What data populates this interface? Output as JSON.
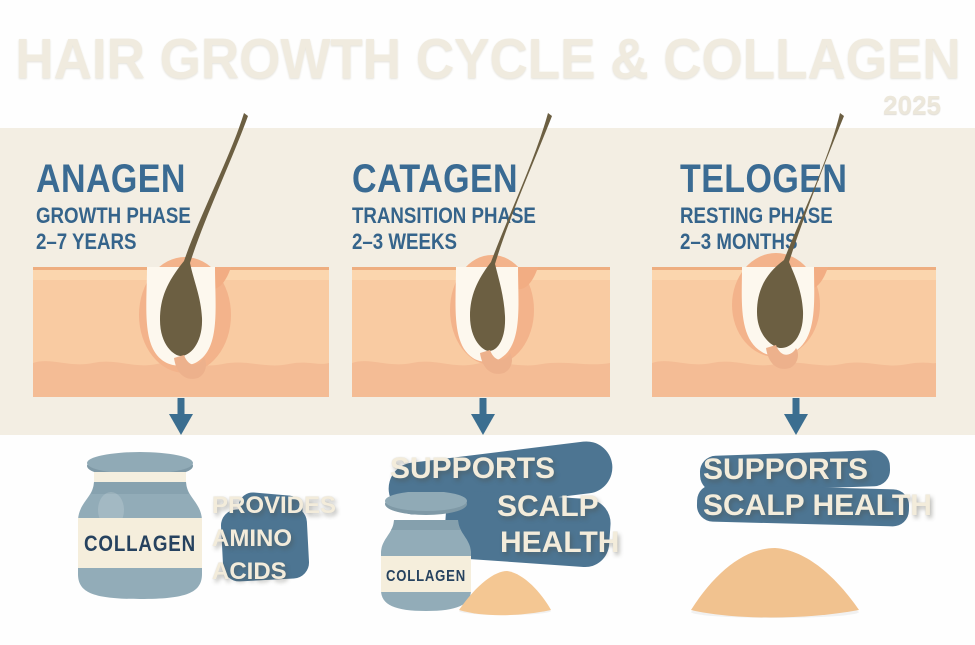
{
  "title": "HAIR GROWTH CYCLE & COLLAGEN",
  "year": "2025",
  "phases": [
    {
      "name": "ANAGEN",
      "subtitle": "GROWTH PHASE",
      "duration": "2–7 YEARS"
    },
    {
      "name": "CATAGEN",
      "subtitle": "TRANSITION PHASE",
      "duration": "2–3 WEEKS"
    },
    {
      "name": "TELOGEN",
      "subtitle": "RESTING PHASE",
      "duration": "2–3 MONTHS"
    }
  ],
  "benefits": [
    {
      "lines": [
        "PROVIDES",
        "AMINO",
        "ACIDS"
      ]
    },
    {
      "lines": [
        "SUPPORTS",
        "SCALP",
        "HEALTH"
      ]
    },
    {
      "lines": [
        "SUPPORTS",
        "SCALP HEALTH"
      ]
    }
  ],
  "jar_label": "COLLAGEN",
  "colors": {
    "accent_blue": "#3a6b93",
    "cream_background": "#f3eee3",
    "skin": "#f9cba2",
    "skin_band": "#f4bc95",
    "hair_brown": "#6c5f42",
    "jar_blue": "#92acb8",
    "label_cream": "#f5eedc",
    "label_navy": "#26425f",
    "powder": "#f2c491",
    "brush_blob_blue": "#4d7592",
    "ghost_title": "#f0ebdf"
  }
}
